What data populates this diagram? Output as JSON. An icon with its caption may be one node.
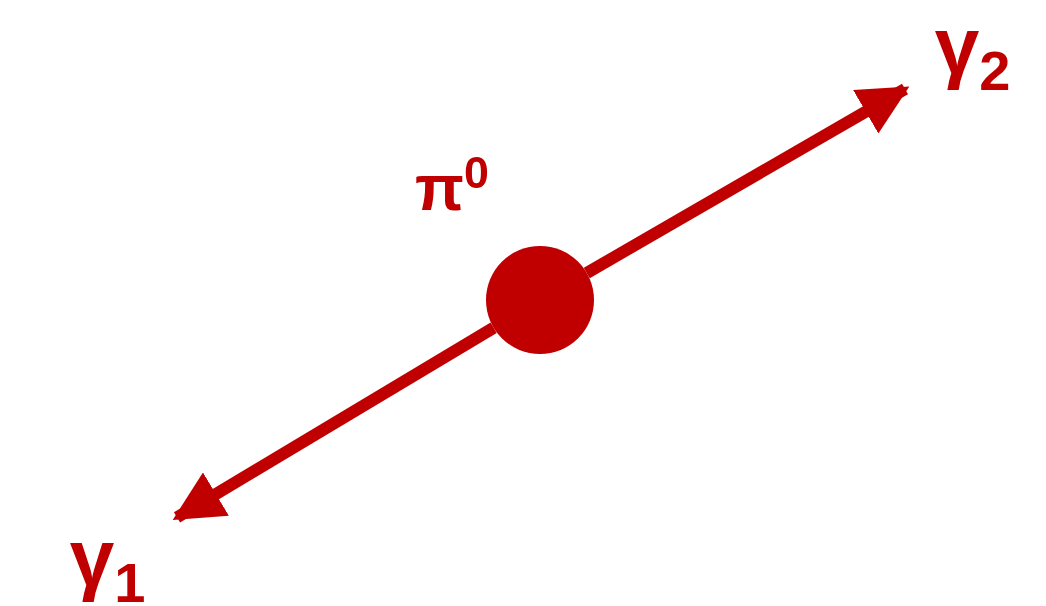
{
  "diagram": {
    "nodes": [
      {
        "text": [],
        "shape": "circle",
        "beside": [
          "π$^{0}$"
        ]
      },
      {
        "text": [
          "γ$_{1}$"
        ]
      },
      {
        "text": [
          "γ$_{2}$"
        ]
      }
    ],
    "edges": [
      {
        "from": 0,
        "to": 1,
        "arrow": "to"
      },
      {
        "from": 0,
        "to": 2,
        "arrow": "to"
      }
    ]
  }
}
